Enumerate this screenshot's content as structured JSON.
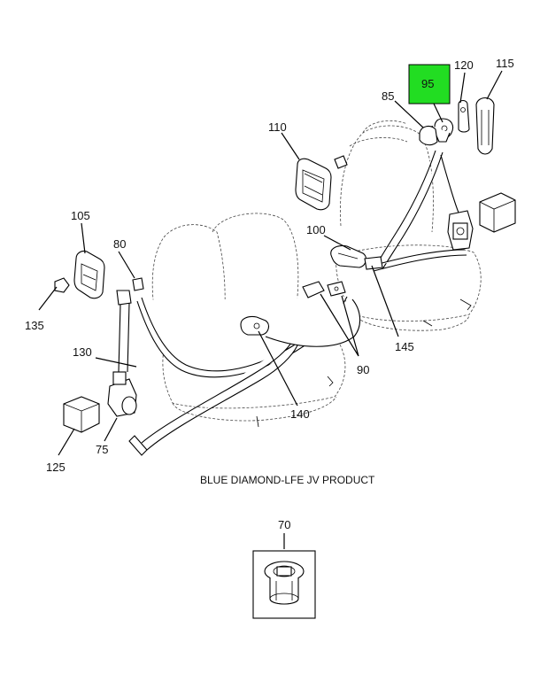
{
  "diagram": {
    "caption": "BLUE DIAMOND-LFE JV PRODUCT",
    "highlight_color": "#22dd22",
    "callouts": {
      "c95": "95",
      "c120": "120",
      "c115": "115",
      "c85": "85",
      "c110": "110",
      "c105": "105",
      "c80": "80",
      "c100": "100",
      "c135": "135",
      "c145": "145",
      "c130": "130",
      "c90": "90",
      "c140": "140",
      "c75": "75",
      "c125": "125",
      "c70": "70"
    }
  }
}
